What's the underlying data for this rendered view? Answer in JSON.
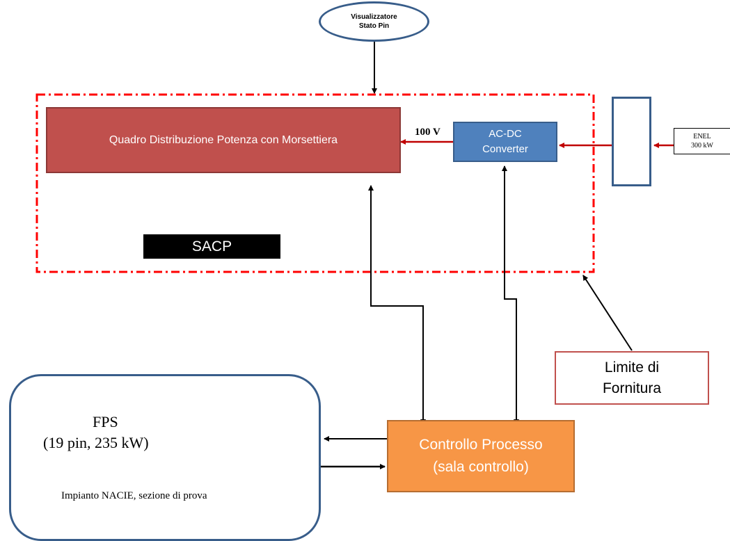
{
  "diagram": {
    "visualizzatore": {
      "line1": "Visualizzatore",
      "line2": "Stato Pin"
    },
    "quadro": {
      "label": "Quadro Distribuzione Potenza con Morsettiera"
    },
    "voltage": {
      "label": "100 V"
    },
    "acdc": {
      "line1": "AC-DC",
      "line2": "Converter"
    },
    "enel": {
      "line1": "ENEL",
      "line2": "300 kW"
    },
    "sacp": {
      "label": "SACP"
    },
    "limite": {
      "line1": "Limite di",
      "line2": "Fornitura"
    },
    "fps": {
      "title": "FPS",
      "detail": "(19 pin, 235 kW)",
      "impianto": "Impianto NACIE, sezione di prova"
    },
    "controllo": {
      "line1": "Controllo Processo",
      "line2": "(sala controllo)"
    }
  },
  "colors": {
    "power_line": "#c00000",
    "boundary": "#ff0000",
    "signal_line": "#000000",
    "quadro_fill": "#c0504d",
    "converter_fill": "#4f81bd",
    "controllo_fill": "#f79646",
    "outline_blue": "#385d8a"
  }
}
